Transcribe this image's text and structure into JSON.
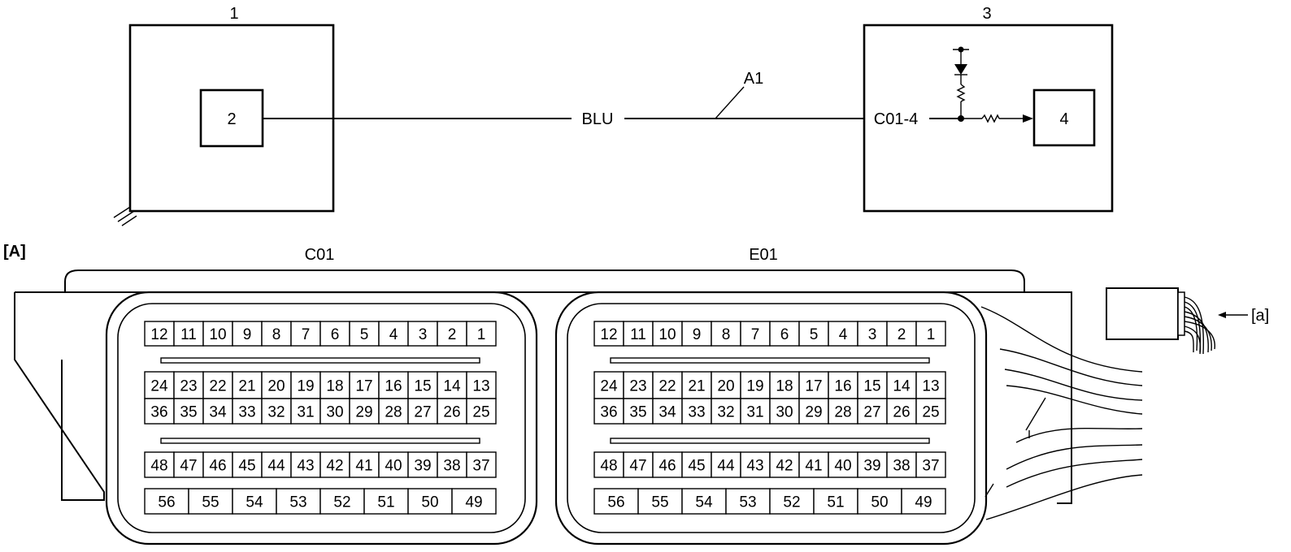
{
  "circuit": {
    "component_1": "1",
    "component_2": "2",
    "component_3": "3",
    "component_4": "4",
    "wire_color": "BLU",
    "wire_callout": "A1",
    "terminal_label": "C01-4"
  },
  "connector_view": {
    "view_label": "[A]",
    "harness_callout": "[a]",
    "connectors": [
      {
        "name": "C01",
        "rows": [
          [
            "12",
            "11",
            "10",
            "9",
            "8",
            "7",
            "6",
            "5",
            "4",
            "3",
            "2",
            "1"
          ],
          [
            "24",
            "23",
            "22",
            "21",
            "20",
            "19",
            "18",
            "17",
            "16",
            "15",
            "14",
            "13"
          ],
          [
            "36",
            "35",
            "34",
            "33",
            "32",
            "31",
            "30",
            "29",
            "28",
            "27",
            "26",
            "25"
          ],
          [
            "48",
            "47",
            "46",
            "45",
            "44",
            "43",
            "42",
            "41",
            "40",
            "39",
            "38",
            "37"
          ],
          [
            "56",
            "55",
            "54",
            "53",
            "52",
            "51",
            "50",
            "49"
          ]
        ]
      },
      {
        "name": "E01",
        "rows": [
          [
            "12",
            "11",
            "10",
            "9",
            "8",
            "7",
            "6",
            "5",
            "4",
            "3",
            "2",
            "1"
          ],
          [
            "24",
            "23",
            "22",
            "21",
            "20",
            "19",
            "18",
            "17",
            "16",
            "15",
            "14",
            "13"
          ],
          [
            "36",
            "35",
            "34",
            "33",
            "32",
            "31",
            "30",
            "29",
            "28",
            "27",
            "26",
            "25"
          ],
          [
            "48",
            "47",
            "46",
            "45",
            "44",
            "43",
            "42",
            "41",
            "40",
            "39",
            "38",
            "37"
          ],
          [
            "56",
            "55",
            "54",
            "53",
            "52",
            "51",
            "50",
            "49"
          ]
        ]
      }
    ]
  }
}
